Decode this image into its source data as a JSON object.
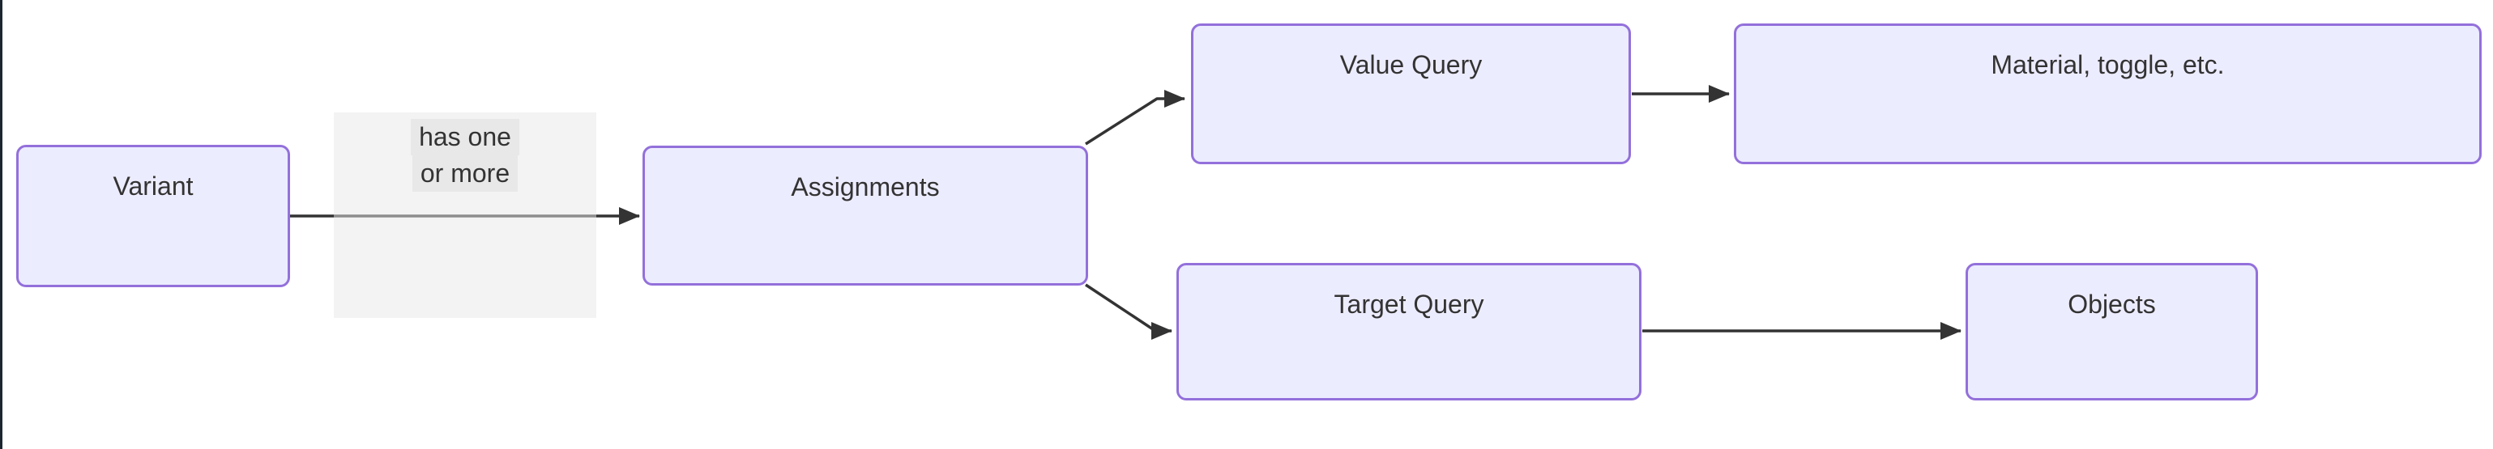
{
  "diagram": {
    "type": "flowchart",
    "direction": "left-to-right",
    "nodes": {
      "variant": {
        "label": "Variant"
      },
      "assignments": {
        "label": "Assignments"
      },
      "value_query": {
        "label": "Value Query"
      },
      "material": {
        "label": "Material, toggle, etc."
      },
      "target_query": {
        "label": "Target Query"
      },
      "objects": {
        "label": "Objects"
      }
    },
    "edge_label": {
      "line1": "has one",
      "line2": "or more"
    },
    "edges": [
      {
        "from": "Variant",
        "to": "Assignments",
        "label": "has one or more"
      },
      {
        "from": "Assignments",
        "to": "Value Query",
        "label": ""
      },
      {
        "from": "Assignments",
        "to": "Target Query",
        "label": ""
      },
      {
        "from": "Value Query",
        "to": "Material, toggle, etc.",
        "label": ""
      },
      {
        "from": "Target Query",
        "to": "Objects",
        "label": ""
      }
    ],
    "colors": {
      "canvas_bg": "#ffffff",
      "node_fill": "#ECECFF",
      "node_border": "#9370DB",
      "edge": "#333333",
      "text": "#333333",
      "edge_label_bg": "#e8e8e8",
      "edge_label_panel_bg": "rgba(232,232,232,0.5)",
      "left_divider": "#1b2631"
    }
  }
}
